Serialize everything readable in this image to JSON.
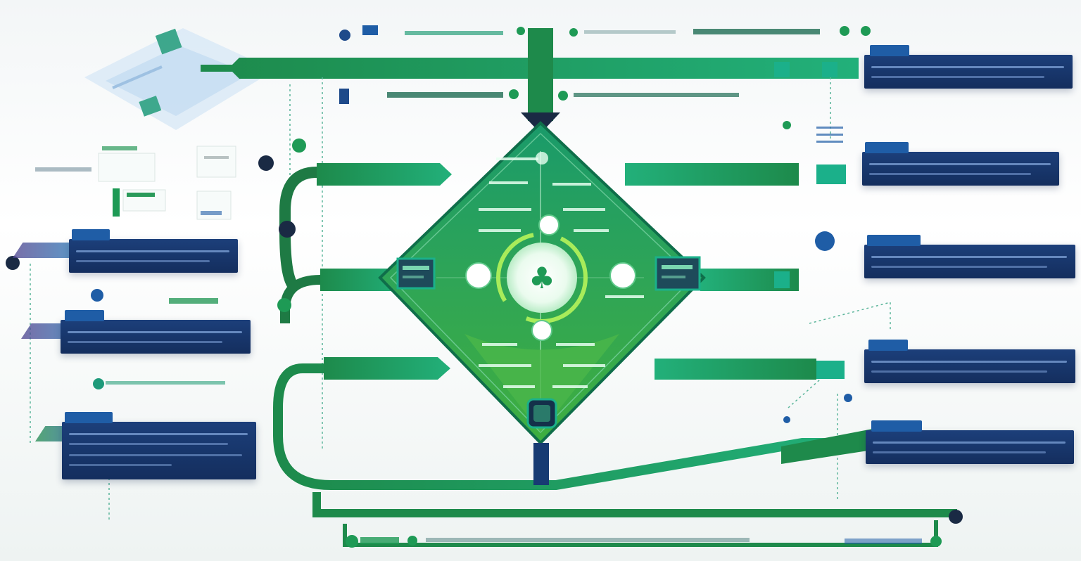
{
  "diagram": {
    "title": "",
    "center_symbol": "♣",
    "colors": {
      "green": "#1e9a55",
      "teal": "#17a07a",
      "navy": "#173b73",
      "blue": "#1f5da6"
    },
    "right_panels": [
      {
        "id": "panel-r1"
      },
      {
        "id": "panel-r2"
      },
      {
        "id": "panel-r3"
      },
      {
        "id": "panel-r4"
      },
      {
        "id": "panel-r5"
      }
    ],
    "left_panels": [
      {
        "id": "panel-l1"
      },
      {
        "id": "panel-l2"
      },
      {
        "id": "panel-l3"
      }
    ]
  }
}
